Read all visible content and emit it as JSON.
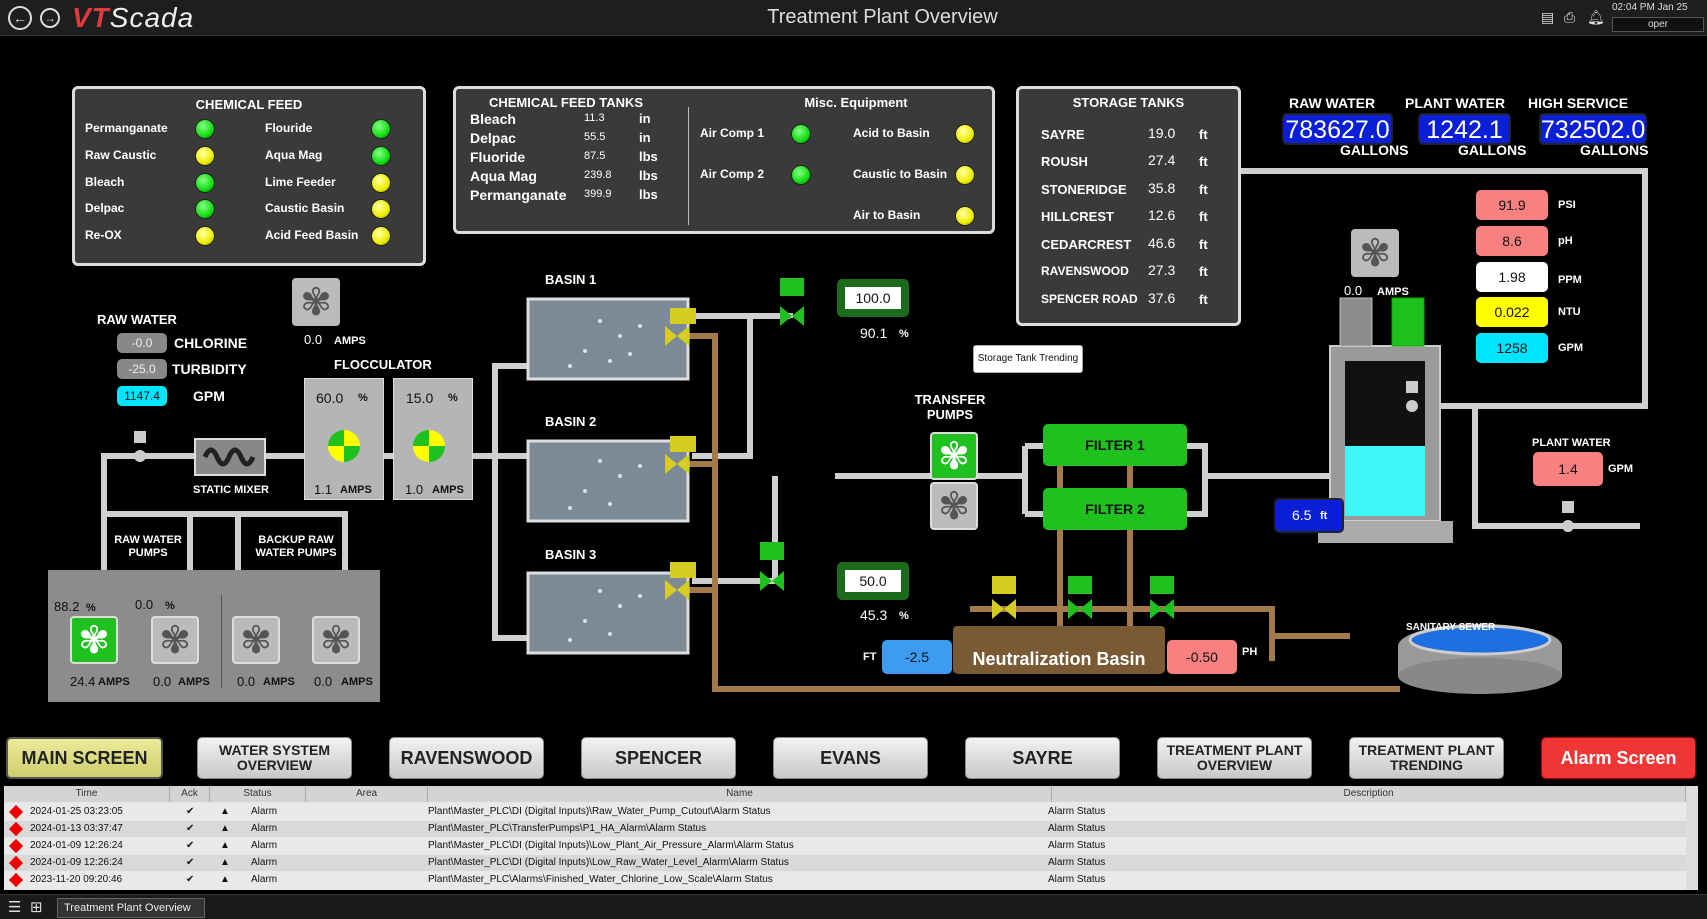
{
  "app": {
    "logo_a": "VT",
    "logo_b": "Scada",
    "title": "Treatment Plant Overview",
    "time": "02:04 PM  Jan 25",
    "user": "oper"
  },
  "chemical_feed": {
    "title": "CHEMICAL FEED",
    "left": [
      {
        "label": "Permanganate",
        "status": "green"
      },
      {
        "label": "Raw Caustic",
        "status": "yellow"
      },
      {
        "label": "Bleach",
        "status": "green"
      },
      {
        "label": "Delpac",
        "status": "green"
      },
      {
        "label": "Re-OX",
        "status": "yellow"
      }
    ],
    "right": [
      {
        "label": "Flouride",
        "status": "green"
      },
      {
        "label": "Aqua Mag",
        "status": "green"
      },
      {
        "label": "Lime Feeder",
        "status": "yellow"
      },
      {
        "label": "Caustic Basin",
        "status": "yellow"
      },
      {
        "label": "Acid Feed Basin",
        "status": "yellow"
      }
    ]
  },
  "chem_tanks": {
    "title": "CHEMICAL FEED TANKS",
    "rows": [
      {
        "label": "Bleach",
        "value": "11.3",
        "unit": "in"
      },
      {
        "label": "Delpac",
        "value": "55.5",
        "unit": "in"
      },
      {
        "label": "Fluoride",
        "value": "87.5",
        "unit": "lbs"
      },
      {
        "label": "Aqua Mag",
        "value": "239.8",
        "unit": "lbs"
      },
      {
        "label": "Permanganate",
        "value": "399.9",
        "unit": "lbs"
      }
    ]
  },
  "misc": {
    "title": "Misc. Equipment",
    "air_comp1": "Air Comp 1",
    "air_comp2": "Air Comp 2",
    "acid_basin": "Acid to Basin",
    "caustic_basin": "Caustic to Basin",
    "air_basin": "Air to Basin"
  },
  "storage": {
    "title": "STORAGE TANKS",
    "rows": [
      {
        "label": "SAYRE",
        "value": "19.0",
        "unit": "ft"
      },
      {
        "label": "ROUSH",
        "value": "27.4",
        "unit": "ft"
      },
      {
        "label": "STONERIDGE",
        "value": "35.8",
        "unit": "ft"
      },
      {
        "label": "HILLCREST",
        "value": "12.6",
        "unit": "ft"
      },
      {
        "label": "CEDARCREST",
        "value": "46.6",
        "unit": "ft"
      },
      {
        "label": "RAVENSWOOD",
        "value": "27.3",
        "unit": "ft"
      },
      {
        "label": "SPENCER ROAD",
        "value": "37.6",
        "unit": "ft"
      }
    ],
    "trending_btn": "Storage Tank Trending"
  },
  "totals": [
    {
      "label": "RAW WATER",
      "value": "783627.0",
      "unit": "GALLONS"
    },
    {
      "label": "PLANT WATER",
      "value": "1242.1",
      "unit": "GALLONS"
    },
    {
      "label": "HIGH SERVICE",
      "value": "732502.0",
      "unit": "GALLONS"
    }
  ],
  "quality": [
    {
      "value": "91.9",
      "unit": "PSI",
      "color": "#f88080"
    },
    {
      "value": "8.6",
      "unit": "pH",
      "color": "#f88080"
    },
    {
      "value": "1.98",
      "unit": "PPM",
      "color": "#ffffff"
    },
    {
      "value": "0.022",
      "unit": "NTU",
      "color": "#ffff00"
    },
    {
      "value": "1258",
      "unit": "GPM",
      "color": "#00e5ff"
    }
  ],
  "raw_water": {
    "title": "RAW WATER",
    "chlorine": "-0.0",
    "chlorine_lbl": "CHLORINE",
    "turbidity": "-25.0",
    "turbidity_lbl": "TURBIDITY",
    "gpm": "1147.4",
    "gpm_lbl": "GPM"
  },
  "flocculator": {
    "title": "FLOCCULATOR",
    "fan_amps": "0.0",
    "f1_pct": "60.0",
    "f1_amps": "1.1",
    "f2_pct": "15.0",
    "f2_amps": "1.0"
  },
  "static_mixer": "STATIC MIXER",
  "pumps": {
    "raw_lbl": "RAW WATER PUMPS",
    "backup_lbl": "BACKUP RAW WATER PUMPS",
    "p1_pct": "88.2",
    "p1_amps": "24.4",
    "p2_pct": "0.0",
    "p2_amps": "0.0",
    "p3_amps": "0.0",
    "p4_amps": "0.0"
  },
  "basins": {
    "b1": "BASIN 1",
    "b2": "BASIN 2",
    "b3": "BASIN 3"
  },
  "valves": {
    "v1_sp": "100.0",
    "v1_pv": "90.1",
    "v2_sp": "50.0",
    "v2_pv": "45.3"
  },
  "transfer": {
    "title": "TRANSFER PUMPS"
  },
  "filters": {
    "f1": "FILTER 1",
    "f2": "FILTER 2"
  },
  "neutral": {
    "title": "Neutralization Basin",
    "ft": "-2.5",
    "ph": "-0.50",
    "ft_lbl": "FT",
    "ph_lbl": "PH"
  },
  "sewer": "SANITARY SEWER",
  "clearwell": {
    "level": "6.5",
    "fan_amps": "0.0"
  },
  "plant_water": {
    "title": "PLANT WATER",
    "gpm": "1.4"
  },
  "units": {
    "amps": "AMPS",
    "pct": "%",
    "ft": "ft",
    "gpm": "GPM"
  },
  "nav": [
    {
      "label": "MAIN SCREEN"
    },
    {
      "label": "WATER SYSTEM OVERVIEW"
    },
    {
      "label": "RAVENSWOOD"
    },
    {
      "label": "SPENCER"
    },
    {
      "label": "EVANS"
    },
    {
      "label": "SAYRE"
    },
    {
      "label": "TREATMENT PLANT OVERVIEW"
    },
    {
      "label": "TREATMENT PLANT TRENDING"
    },
    {
      "label": "Alarm Screen"
    }
  ],
  "alarms": {
    "headers": [
      "Time",
      "Ack",
      "Status",
      "Area",
      "Name",
      "Description"
    ],
    "rows": [
      {
        "time": "2024-01-25 03:23:05",
        "ack": "✔",
        "status": "Alarm",
        "name": "Plant\\Master_PLC\\DI (Digital Inputs)\\Raw_Water_Pump_Cutout\\Alarm Status",
        "desc": "Alarm Status"
      },
      {
        "time": "2024-01-13 03:37:47",
        "ack": "✔",
        "status": "Alarm",
        "name": "Plant\\Master_PLC\\TransferPumps\\P1_HA_Alarm\\Alarm Status",
        "desc": "Alarm Status"
      },
      {
        "time": "2024-01-09 12:26:24",
        "ack": "✔",
        "status": "Alarm",
        "name": "Plant\\Master_PLC\\DI (Digital Inputs)\\Low_Plant_Air_Pressure_Alarm\\Alarm Status",
        "desc": "Alarm Status"
      },
      {
        "time": "2024-01-09 12:26:24",
        "ack": "✔",
        "status": "Alarm",
        "name": "Plant\\Master_PLC\\DI (Digital Inputs)\\Low_Raw_Water_Level_Alarm\\Alarm Status",
        "desc": "Alarm Status"
      },
      {
        "time": "2023-11-20 09:20:46",
        "ack": "✔",
        "status": "Alarm",
        "name": "Plant\\Master_PLC\\Alarms\\Finished_Water_Chlorine_Low_Scale\\Alarm Status",
        "desc": "Alarm Status"
      }
    ]
  },
  "statusbar": {
    "tab": "Treatment Plant Overview"
  }
}
